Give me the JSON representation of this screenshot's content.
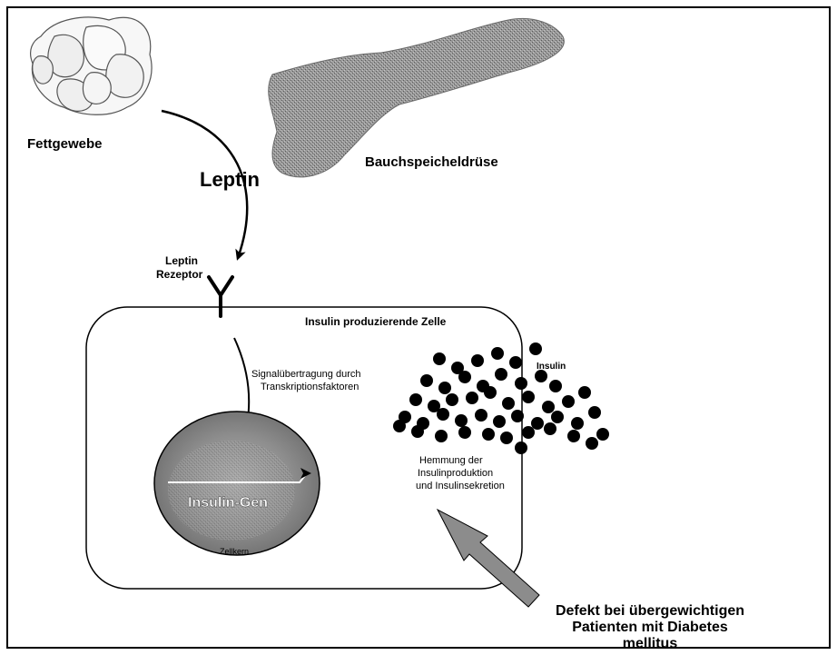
{
  "labels": {
    "fettgewebe": "Fettgewebe",
    "bauchspeicheldruese": "Bauchspeicheldrüse",
    "leptin": "Leptin",
    "leptin_rezeptor_1": "Leptin",
    "leptin_rezeptor_2": "Rezeptor",
    "zelle": "Insulin produzierende Zelle",
    "signal_1": "Signalübertragung durch",
    "signal_2": "Transkriptionsfaktoren",
    "insulin": "Insulin",
    "hemmung_1": "Hemmung der",
    "hemmung_2": "Insulinproduktion",
    "hemmung_3": "und Insulinsekretion",
    "insulin_gen": "Insulin-Gen",
    "zellkern": "Zellkern",
    "defekt_1": "Defekt bei übergewichtigen",
    "defekt_2": "Patienten mit Diabetes",
    "defekt_3": "mellitus"
  },
  "insulin_granule_count": 47,
  "colors": {
    "frame": "#000000",
    "pancreas": "#7c7c7c",
    "nucleus": "#8a8a8a",
    "granule": "#000000",
    "defect_arrow": "#8c8c8c"
  }
}
